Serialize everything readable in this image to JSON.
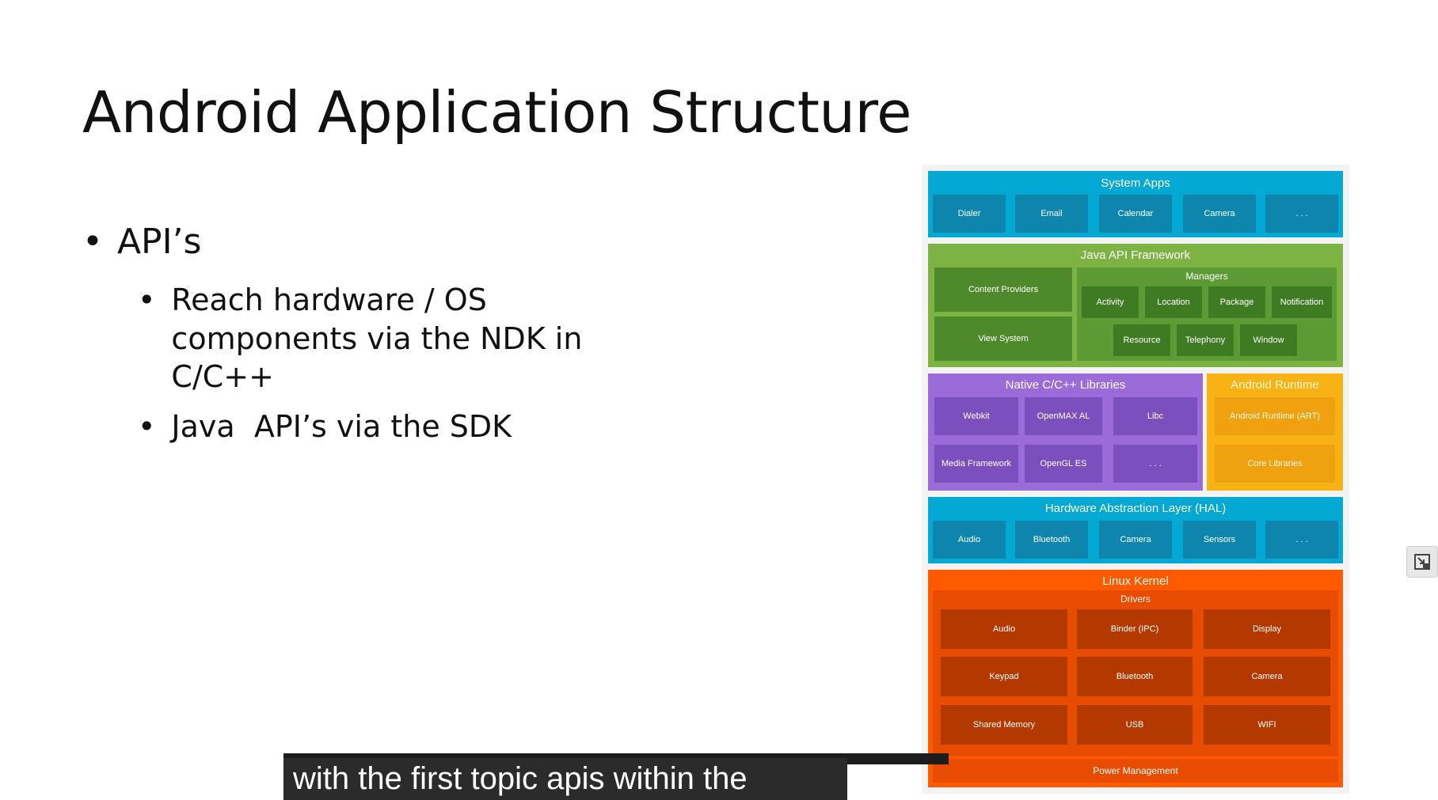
{
  "slide": {
    "title": "Android Application Structure",
    "bullets": {
      "main": "API’s",
      "sub": [
        "Reach hardware / OS components via the NDK in C/C++",
        "Java  API’s via the SDK"
      ]
    }
  },
  "stack": {
    "system_apps": {
      "title": "System Apps",
      "items": [
        "Dialer",
        "Email",
        "Calendar",
        "Camera",
        ". . ."
      ]
    },
    "java_api": {
      "title": "Java API Framework",
      "left_items": [
        "Content Providers",
        "View System"
      ],
      "managers_title": "Managers",
      "managers_row1": [
        "Activity",
        "Location",
        "Package",
        "Notification"
      ],
      "managers_row2": [
        "Resource",
        "Telephony",
        "Window"
      ]
    },
    "native": {
      "title": "Native C/C++ Libraries",
      "row1": [
        "Webkit",
        "OpenMAX AL",
        "Libc"
      ],
      "row2": [
        "Media Framework",
        "OpenGL ES",
        ". . ."
      ]
    },
    "runtime": {
      "title": "Android Runtime",
      "items": [
        "Android Runtime (ART)",
        "Core Libraries"
      ]
    },
    "hal": {
      "title": "Hardware Abstraction Layer (HAL)",
      "items": [
        "Audio",
        "Bluetooth",
        "Camera",
        "Sensors",
        ". . ."
      ]
    },
    "kernel": {
      "title": "Linux Kernel",
      "drivers_title": "Drivers",
      "row1": [
        "Audio",
        "Binder (IPC)",
        "Display"
      ],
      "row2": [
        "Keypad",
        "Bluetooth",
        "Camera"
      ],
      "row3": [
        "Shared Memory",
        "USB",
        "WIFI"
      ],
      "power": "Power Management"
    }
  },
  "caption": {
    "text": "with the first topic apis within the"
  },
  "colors": {
    "teal": "#03a9d2",
    "green": "#7cb342",
    "purple": "#9b6bd9",
    "amber": "#f9b213",
    "orange": "#ff5a00"
  }
}
